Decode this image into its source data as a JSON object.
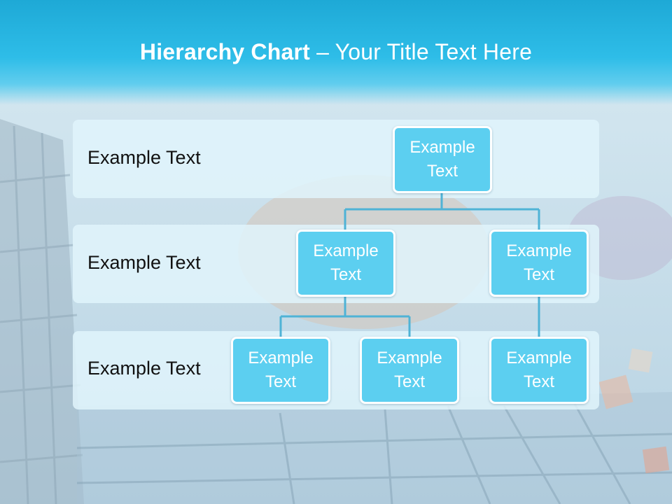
{
  "title": {
    "bold": "Hierarchy Chart",
    "rest": " – Your Title Text Here"
  },
  "levels": [
    {
      "label": "Example Text"
    },
    {
      "label": "Example Text"
    },
    {
      "label": "Example Text"
    }
  ],
  "nodes": {
    "root": {
      "line1": "Example",
      "line2": "Text"
    },
    "l2_left": {
      "line1": "Example",
      "line2": "Text"
    },
    "l2_right": {
      "line1": "Example",
      "line2": "Text"
    },
    "l3_a": {
      "line1": "Example",
      "line2": "Text"
    },
    "l3_b": {
      "line1": "Example",
      "line2": "Text"
    },
    "l3_c": {
      "line1": "Example",
      "line2": "Text"
    }
  },
  "colors": {
    "node_fill": "#5ccff0",
    "connector": "#4fb3d6",
    "header": "#1ea9d6",
    "band": "#e1f5fc"
  }
}
